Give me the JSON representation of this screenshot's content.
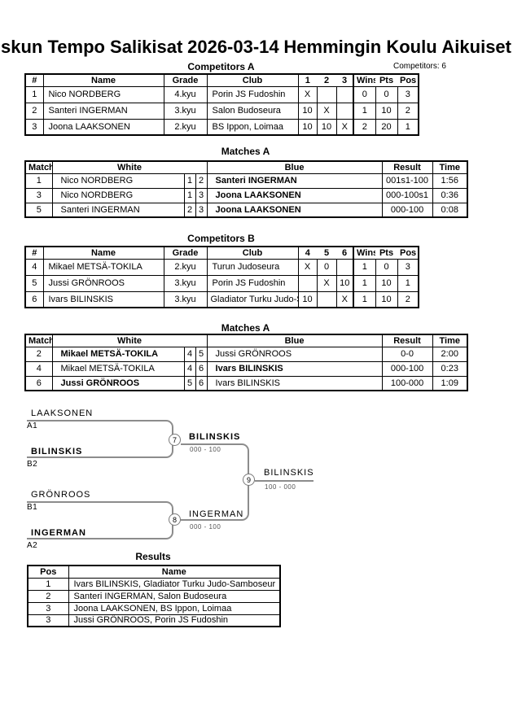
{
  "page": {
    "title_parts": [
      "skun Tempo Salikisat",
      "2026-03-14",
      "Hemmingin Koulu",
      "Aikuiset"
    ],
    "competitors_count": "Competitors: 6"
  },
  "competitors_a": {
    "title": "Competitors A",
    "headers": [
      "#",
      "Name",
      "Grade",
      "Club",
      "1",
      "2",
      "3",
      "Wins",
      "Pts",
      "Pos"
    ],
    "rows": [
      {
        "num": "1",
        "name": "Nico NORDBERG",
        "grade": "4.kyu",
        "club": "Porin JS Fudoshin",
        "c1": "X",
        "c2": "",
        "c3": "",
        "wins": "0",
        "pts": "0",
        "pos": "3"
      },
      {
        "num": "2",
        "name": "Santeri INGERMAN",
        "grade": "3.kyu",
        "club": "Salon Budoseura",
        "c1": "10",
        "c2": "X",
        "c3": "",
        "wins": "1",
        "pts": "10",
        "pos": "2"
      },
      {
        "num": "3",
        "name": "Joona LAAKSONEN",
        "grade": "2.kyu",
        "club": "BS Ippon, Loimaa",
        "c1": "10",
        "c2": "10",
        "c3": "X",
        "wins": "2",
        "pts": "20",
        "pos": "1"
      }
    ]
  },
  "matches_a": {
    "title": "Matches A",
    "headers": [
      "Match",
      "White",
      "Blue",
      "Result",
      "Time"
    ],
    "rows": [
      {
        "match": "1",
        "white": "Nico NORDBERG",
        "wnum": "1",
        "bnum": "2",
        "blue": "Santeri INGERMAN",
        "result": "001s1-100",
        "time": "1:56"
      },
      {
        "match": "3",
        "white": "Nico NORDBERG",
        "wnum": "1",
        "bnum": "3",
        "blue": "Joona LAAKSONEN",
        "result": "000-100s1",
        "time": "0:36"
      },
      {
        "match": "5",
        "white": "Santeri INGERMAN",
        "wnum": "2",
        "bnum": "3",
        "blue": "Joona LAAKSONEN",
        "result": "000-100",
        "time": "0:08"
      }
    ]
  },
  "competitors_b": {
    "title": "Competitors B",
    "headers": [
      "#",
      "Name",
      "Grade",
      "Club",
      "4",
      "5",
      "6",
      "Wins",
      "Pts",
      "Pos"
    ],
    "rows": [
      {
        "num": "4",
        "name": "Mikael METSÄ-TOKILA",
        "grade": "2.kyu",
        "club": "Turun Judoseura",
        "c1": "X",
        "c2": "0",
        "c3": "",
        "wins": "1",
        "pts": "0",
        "pos": "3"
      },
      {
        "num": "5",
        "name": "Jussi GRÖNROOS",
        "grade": "3.kyu",
        "club": "Porin JS Fudoshin",
        "c1": "",
        "c2": "X",
        "c3": "10",
        "wins": "1",
        "pts": "10",
        "pos": "1"
      },
      {
        "num": "6",
        "name": "Ivars BILINSKIS",
        "grade": "3.kyu",
        "club": "Gladiator Turku Judo-Samboseura",
        "c1": "10",
        "c2": "",
        "c3": "X",
        "wins": "1",
        "pts": "10",
        "pos": "2"
      }
    ]
  },
  "matches_b": {
    "title": "Matches A",
    "headers": [
      "Match",
      "White",
      "Blue",
      "Result",
      "Time"
    ],
    "rows": [
      {
        "match": "2",
        "white": "Mikael METSÄ-TOKILA",
        "wnum": "4",
        "bnum": "5",
        "blue": "Jussi GRÖNROOS",
        "result": "0-0",
        "time": "2:00"
      },
      {
        "match": "4",
        "white": "Mikael METSÄ-TOKILA",
        "wnum": "4",
        "bnum": "6",
        "blue": "Ivars BILINSKIS",
        "result": "000-100",
        "time": "0:23"
      },
      {
        "match": "6",
        "white": "Jussi GRÖNROOS",
        "wnum": "5",
        "bnum": "6",
        "blue": "Ivars BILINSKIS",
        "result": "100-000",
        "time": "1:09"
      }
    ]
  },
  "bracket": {
    "semi1": {
      "top_name": "LAAKSONEN",
      "top_seed": "A1",
      "bottom_name": "BILINSKIS",
      "bottom_seed": "B2",
      "match_no": "7",
      "winner": "BILINSKIS",
      "score": "000 - 100"
    },
    "semi2": {
      "top_name": "GRÖNROOS",
      "top_seed": "B1",
      "bottom_name": "INGERMAN",
      "bottom_seed": "A2",
      "match_no": "8",
      "winner": "INGERMAN",
      "score": "000 - 100"
    },
    "final": {
      "match_no": "9",
      "winner": "BILINSKIS",
      "score": "100 - 000"
    }
  },
  "results": {
    "title": "Results",
    "headers": [
      "Pos",
      "Name"
    ],
    "rows": [
      {
        "pos": "1",
        "name": "Ivars BILINSKIS, Gladiator Turku Judo-Samboseur"
      },
      {
        "pos": "2",
        "name": "Santeri INGERMAN, Salon Budoseura"
      },
      {
        "pos": "3",
        "name": "Joona LAAKSONEN, BS Ippon, Loimaa"
      },
      {
        "pos": "3",
        "name": "Jussi GRÖNROOS, Porin JS Fudoshin"
      }
    ]
  },
  "colors": {
    "line_gray": "#8c8c8c",
    "text": "#000000",
    "score_gray": "#555555"
  }
}
